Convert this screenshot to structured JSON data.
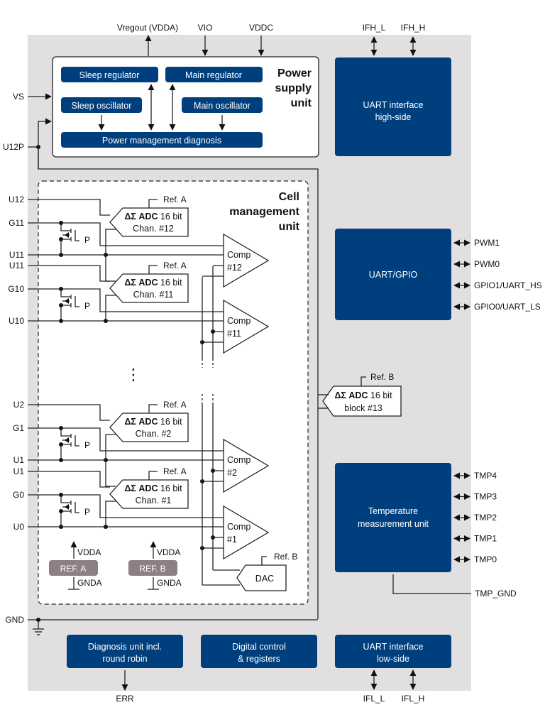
{
  "colors": {
    "background": "#ffffff",
    "chip_area": "#e2dfe0",
    "block_blue": "#003f7d",
    "ref_block": "#8d7f84",
    "wire": "#222222"
  },
  "top_pins": {
    "vregout": "Vregout (VDDA)",
    "vio": "VIO",
    "vddc": "VDDC",
    "ifh_l": "IFH_L",
    "ifh_h": "IFH_H"
  },
  "left_pins": {
    "vs": "VS",
    "u12p": "U12P",
    "gnd": "GND",
    "cells": [
      {
        "u": "U12",
        "g": "G11",
        "u_low": "U11"
      },
      {
        "u": "U11",
        "g": "G10",
        "u_low": "U10"
      },
      {
        "u": "U2",
        "g": "G1",
        "u_low": "U1"
      },
      {
        "u": "U1",
        "g": "G0",
        "u_low": "U0"
      }
    ]
  },
  "power_supply_unit": {
    "title_lines": [
      "Power",
      "supply",
      "unit"
    ],
    "sleep_regulator": "Sleep regulator",
    "main_regulator": "Main regulator",
    "sleep_oscillator": "Sleep oscillator",
    "main_oscillator": "Main oscillator",
    "power_management_diagnosis": "Power management diagnosis"
  },
  "cell_management_unit": {
    "title_lines": [
      "Cell",
      "management",
      "unit"
    ],
    "mosfet_label": "P",
    "ellipsis": "⋮",
    "adcs": [
      {
        "line1_bold": "ΔΣ ADC",
        "line1_rest": " 16 bit",
        "line2": "Chan. #12",
        "ref": "Ref. A"
      },
      {
        "line1_bold": "ΔΣ ADC",
        "line1_rest": " 16 bit",
        "line2": "Chan. #11",
        "ref": "Ref. A"
      },
      {
        "line1_bold": "ΔΣ ADC",
        "line1_rest": " 16 bit",
        "line2": "Chan. #2",
        "ref": "Ref. A"
      },
      {
        "line1_bold": "ΔΣ ADC",
        "line1_rest": " 16 bit",
        "line2": "Chan. #1",
        "ref": "Ref. A"
      }
    ],
    "comparators": [
      {
        "line1": "Comp",
        "line2": "#12"
      },
      {
        "line1": "Comp",
        "line2": "#11"
      },
      {
        "line1": "Comp",
        "line2": "#2"
      },
      {
        "line1": "Comp",
        "line2": "#1"
      }
    ],
    "dac": {
      "label": "DAC",
      "ref": "Ref. B"
    },
    "ref_a": {
      "label": "REF. A",
      "supply": "VDDA",
      "ground": "GNDA"
    },
    "ref_b": {
      "label": "REF. B",
      "supply": "VDDA",
      "ground": "GNDA"
    }
  },
  "adc_block13": {
    "line1_bold": "ΔΣ ADC",
    "line1_rest": " 16 bit",
    "line2": "block #13",
    "ref": "Ref. B"
  },
  "uart_high": {
    "line1": "UART interface",
    "line2": "high-side"
  },
  "uart_gpio": {
    "label": "UART/GPIO",
    "pins": [
      "PWM1",
      "PWM0",
      "GPIO1/UART_HS",
      "GPIO0/UART_LS"
    ]
  },
  "temperature_unit": {
    "line1": "Temperature",
    "line2": "measurement unit",
    "pins": [
      "TMP4",
      "TMP3",
      "TMP2",
      "TMP1",
      "TMP0"
    ],
    "gnd_pin": "TMP_GND"
  },
  "diagnosis_unit": {
    "line1": "Diagnosis unit incl.",
    "line2": "round robin",
    "pin": "ERR"
  },
  "digital_control": {
    "line1": "Digital control",
    "line2": "& registers"
  },
  "uart_low": {
    "line1": "UART interface",
    "line2": "low-side",
    "pins": [
      "IFL_L",
      "IFL_H"
    ]
  }
}
